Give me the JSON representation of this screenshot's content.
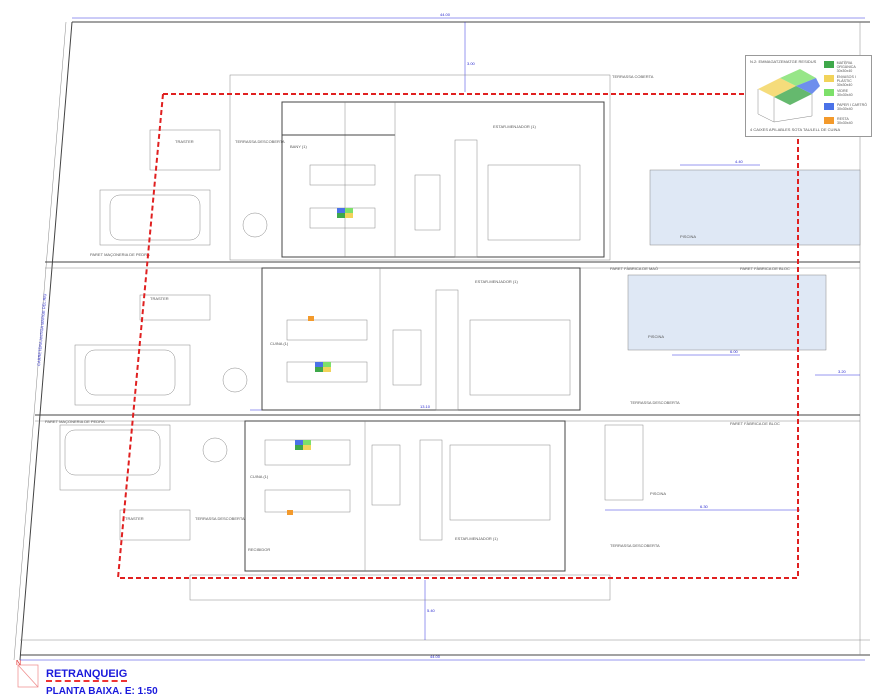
{
  "title": {
    "main": "RETRANQUEIG",
    "sub": "PLANTA BAIXA. E: 1:50"
  },
  "legend": {
    "title": "N.2: EMMAGATZEMATGE RESIDUS",
    "footer": "4 CAIXES APILABLES SOTA TAULELL DE CUINA",
    "items": [
      {
        "label": "MATÈRIA ORGÀNICA",
        "sub": "30x30x40",
        "color": "#3ea84a"
      },
      {
        "label": "ENVASOS I PLÀSTIC",
        "sub": "30x30x40",
        "color": "#f2d35a"
      },
      {
        "label": "VIDRE",
        "sub": "30x30x40",
        "color": "#7de06a"
      },
      {
        "label": "PAPER I CARTRÓ",
        "sub": "30x30x40",
        "color": "#4a72e8"
      },
      {
        "label": "RESTA",
        "sub": "30x30x40",
        "color": "#f39a2c"
      }
    ]
  },
  "labels": {
    "street": "CARRETERA ANTIGA MARGE DEL RIU",
    "wall_stone": "PARET MAÇONERIA DE PEDRA",
    "wall_brick": "PARET FÀBRICA DE MAÓ",
    "wall_block": "PARET FÀBRICA DE BLOC",
    "terrace": "TERRASSA DESCOBERTA",
    "storage": "TRASTER",
    "kitchen": "CUINA (1)",
    "living": "ESTAR-MENJADOR (1)",
    "bath": "BANY (1)",
    "hall": "RECIBIDOR",
    "pool": "PISCINA",
    "terrace_cov": "TERRASSA COBERTA"
  },
  "dimensions": {
    "top": "44.00",
    "bottom": "44.00",
    "d1": "3.00",
    "d2": "4.40",
    "d3": "6.00",
    "d4": "3.20",
    "d5": "6.30",
    "d6": "13.10",
    "d7": "5.40"
  },
  "colors": {
    "setback": "#e02020",
    "dim": "#3030e0"
  }
}
